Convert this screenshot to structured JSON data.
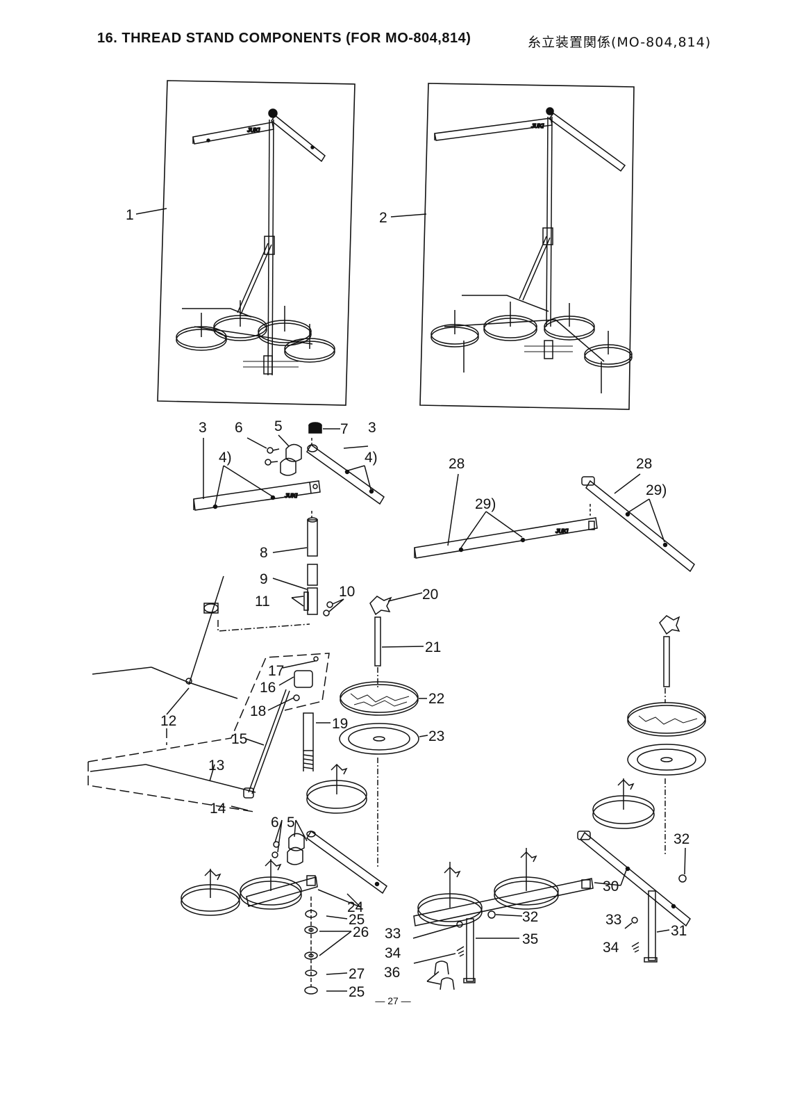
{
  "header": {
    "title": "16.  THREAD  STAND  COMPONENTS  (FOR MO-804,814)",
    "title_jp": "糸立装置関係(MO-804,814)"
  },
  "brand": "JUKI",
  "page_number": "— 27 —",
  "callouts": {
    "c1": "1",
    "c2": "2",
    "c3a": "3",
    "c3b": "3",
    "c4a": "4)",
    "c4b": "4)",
    "c5a": "5",
    "c5b": "5",
    "c6a": "6",
    "c6b": "6",
    "c7": "7",
    "c8": "8",
    "c9": "9",
    "c10": "10",
    "c11": "11",
    "c12": "12",
    "c13": "13",
    "c14": "14",
    "c15": "15",
    "c16": "16",
    "c17": "17",
    "c18": "18",
    "c19": "19",
    "c20": "20",
    "c21": "21",
    "c22": "22",
    "c23": "23",
    "c24": "24",
    "c25a": "25",
    "c25b": "25",
    "c26": "26",
    "c27": "27",
    "c28a": "28",
    "c28b": "28",
    "c29a": "29)",
    "c29b": "29)",
    "c30": "30",
    "c31": "31",
    "c32a": "32",
    "c32b": "32",
    "c33a": "33",
    "c33b": "33",
    "c34a": "34",
    "c34b": "34",
    "c35": "35",
    "c36": "36"
  }
}
